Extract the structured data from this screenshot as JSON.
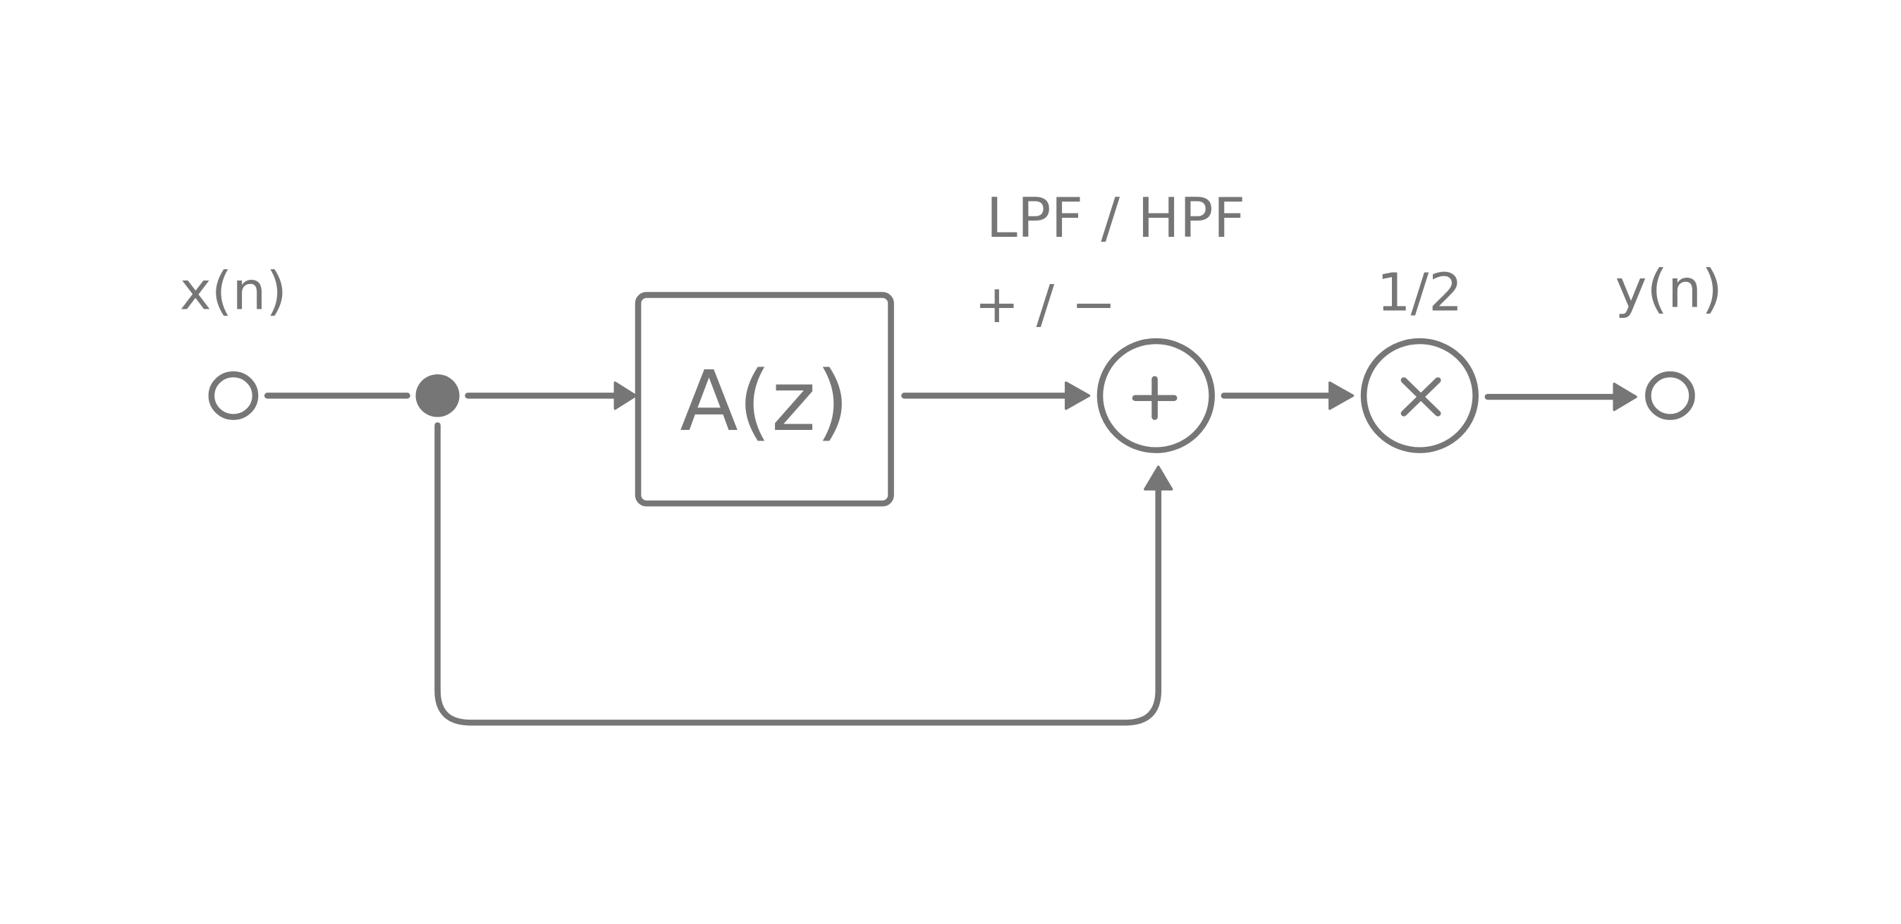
{
  "labels": {
    "input": "x(n)",
    "output": "y(n)",
    "block": "A(z)",
    "filter_mode": "LPF / HPF",
    "sign_mode": "+ / −",
    "gain": "1/2"
  },
  "nodes": {
    "input_terminal": "input",
    "branch_point": "branch",
    "allpass_block": "A(z)",
    "adder": "+",
    "multiplier": "×",
    "output_terminal": "output"
  },
  "colors": {
    "stroke": "#767676",
    "background": "#ffffff"
  }
}
